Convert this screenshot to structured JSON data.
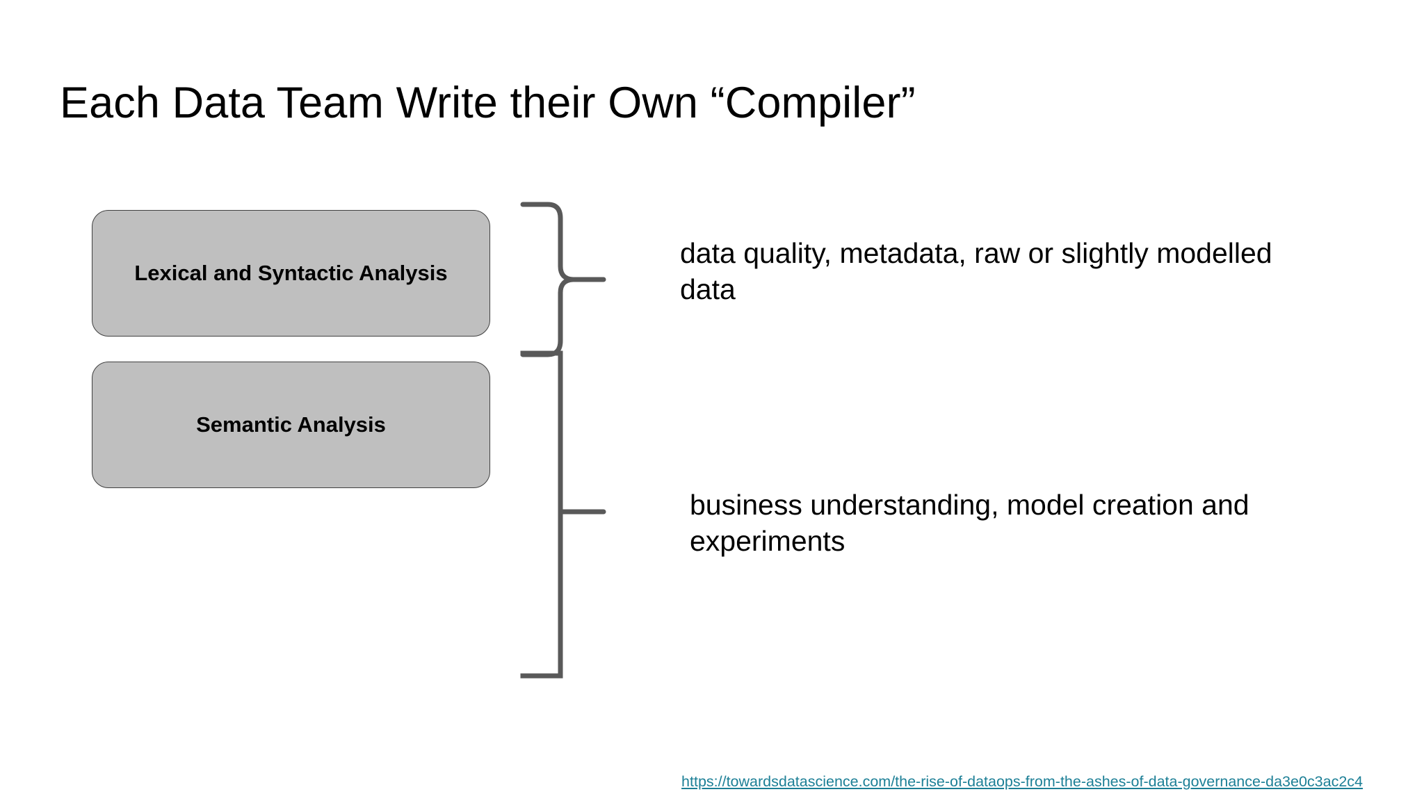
{
  "slide": {
    "title": "Each Data Team Write their Own “Compiler”",
    "background_color": "#FFFFFF"
  },
  "boxes": [
    {
      "id": "lexical",
      "label": "Lexical and Syntactic Analysis",
      "fill_color": "#BFBFBF",
      "border_color": "#3F3F3F"
    },
    {
      "id": "semantic",
      "label": "Semantic Analysis",
      "fill_color": "#BFBFBF",
      "border_color": "#3F3F3F"
    }
  ],
  "brackets": [
    {
      "id": "brace-top",
      "shape": "curly-brace-right",
      "stroke_color": "#595959"
    },
    {
      "id": "bracket-bottom",
      "shape": "square-bracket-left",
      "stroke_color": "#595959"
    }
  ],
  "descriptions": [
    {
      "id": "top",
      "text": "data quality, metadata, raw or slightly modelled data"
    },
    {
      "id": "bottom",
      "text": "business understanding, model creation and experiments"
    }
  ],
  "source": {
    "url_text": "https://towardsdatascience.com/the-rise-of-dataops-from-the-ashes-of-data-governance-da3e0c3ac2c4",
    "link_color": "#1C7F96"
  }
}
